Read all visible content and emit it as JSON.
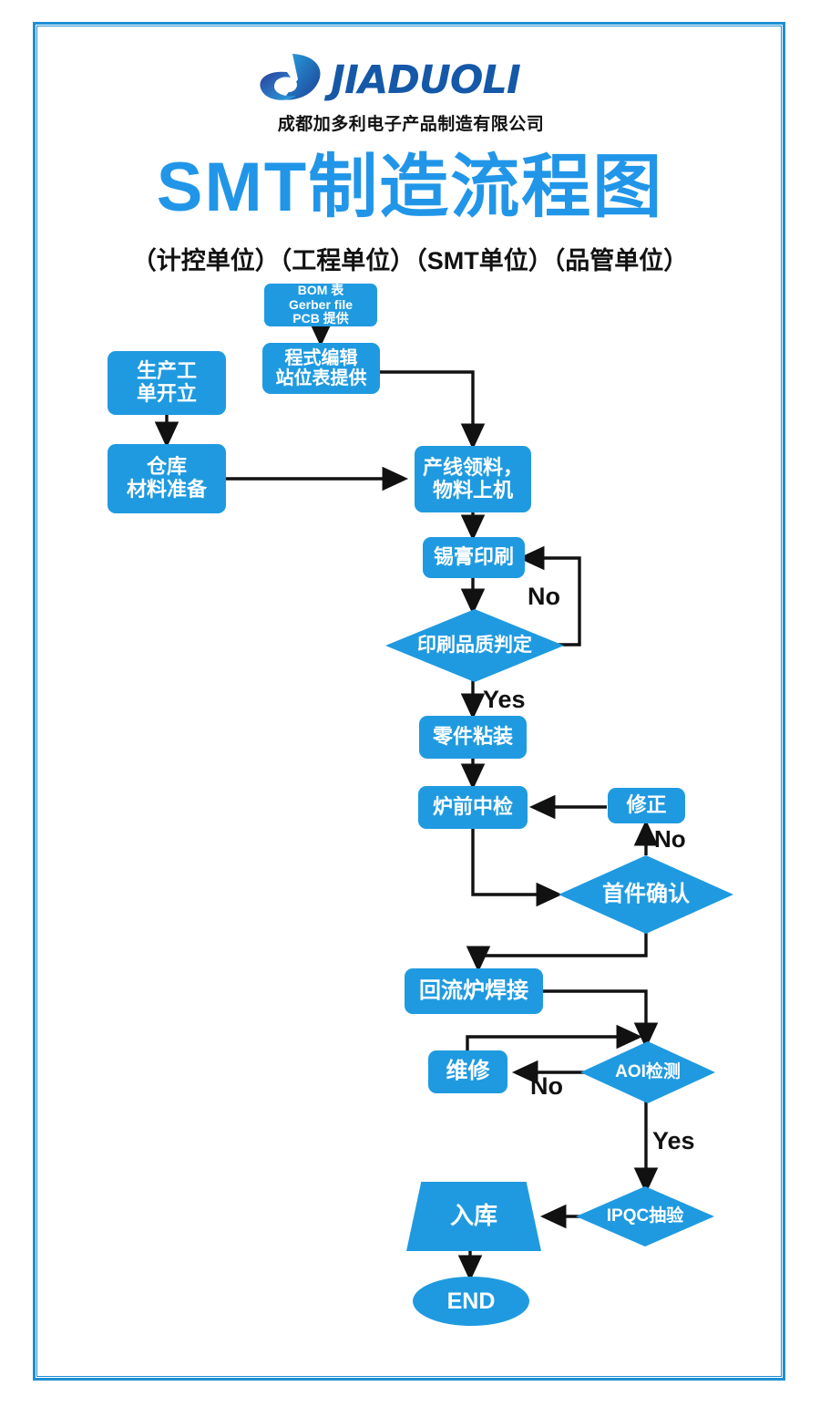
{
  "document": {
    "type": "flowchart-poster",
    "frame_color": "#1e8fd5",
    "node_color": "#1f9ae0",
    "title_color": "#2196e8"
  },
  "header": {
    "logo_wordmark": "JIADUOLI",
    "company_name_cn": "成都加多利电子产品制造有限公司",
    "main_title": "SMT制造流程图",
    "sub_title": "（计控单位）（工程单位）（SMT单位）（品管单位）"
  },
  "chart_data": {
    "type": "diagram",
    "title": "SMT制造流程图",
    "nodes": [
      {
        "id": "bom",
        "label": "BOM 表\nGerber file\nPCB 提供",
        "shape": "rect"
      },
      {
        "id": "program",
        "label": "程式编辑\n站位表提供",
        "shape": "rect"
      },
      {
        "id": "workorder",
        "label": "生产工\n单开立",
        "shape": "rect"
      },
      {
        "id": "warehouse",
        "label": "仓库\n材料准备",
        "shape": "rect"
      },
      {
        "id": "feeding",
        "label": "产线领料，\n物料上机",
        "shape": "rect"
      },
      {
        "id": "printing",
        "label": "锡膏印刷",
        "shape": "rect"
      },
      {
        "id": "printqc",
        "label": "印刷品质判定",
        "shape": "diamond"
      },
      {
        "id": "placement",
        "label": "零件粘装",
        "shape": "rect"
      },
      {
        "id": "precheck",
        "label": "炉前中检",
        "shape": "rect"
      },
      {
        "id": "fix",
        "label": "修正",
        "shape": "rect"
      },
      {
        "id": "firstart",
        "label": "首件确认",
        "shape": "diamond"
      },
      {
        "id": "reflow",
        "label": "回流炉焊接",
        "shape": "rect"
      },
      {
        "id": "repair",
        "label": "维修",
        "shape": "rect"
      },
      {
        "id": "aoi",
        "label": "AOI检测",
        "shape": "diamond"
      },
      {
        "id": "ipqc",
        "label": "IPQC抽验",
        "shape": "diamond"
      },
      {
        "id": "stockin",
        "label": "入库",
        "shape": "trapezoid"
      },
      {
        "id": "end",
        "label": "END",
        "shape": "oval"
      }
    ],
    "edges": [
      {
        "from": "bom",
        "to": "program",
        "label": ""
      },
      {
        "from": "program",
        "to": "feeding",
        "label": ""
      },
      {
        "from": "workorder",
        "to": "warehouse",
        "label": ""
      },
      {
        "from": "warehouse",
        "to": "feeding",
        "label": ""
      },
      {
        "from": "feeding",
        "to": "printing",
        "label": ""
      },
      {
        "from": "printing",
        "to": "printqc",
        "label": ""
      },
      {
        "from": "printqc",
        "to": "printing",
        "label": "No"
      },
      {
        "from": "printqc",
        "to": "placement",
        "label": "Yes"
      },
      {
        "from": "placement",
        "to": "precheck",
        "label": ""
      },
      {
        "from": "precheck",
        "to": "firstart",
        "label": ""
      },
      {
        "from": "firstart",
        "to": "fix",
        "label": "No"
      },
      {
        "from": "fix",
        "to": "precheck",
        "label": ""
      },
      {
        "from": "firstart",
        "to": "reflow",
        "label": ""
      },
      {
        "from": "reflow",
        "to": "aoi",
        "label": ""
      },
      {
        "from": "aoi",
        "to": "repair",
        "label": "No"
      },
      {
        "from": "repair",
        "to": "aoi",
        "label": ""
      },
      {
        "from": "aoi",
        "to": "ipqc",
        "label": "Yes"
      },
      {
        "from": "ipqc",
        "to": "stockin",
        "label": ""
      },
      {
        "from": "stockin",
        "to": "end",
        "label": ""
      }
    ],
    "edge_labels": {
      "print_no": "No",
      "print_yes": "Yes",
      "firstart_no": "No",
      "aoi_no": "No",
      "aoi_yes": "Yes"
    }
  }
}
